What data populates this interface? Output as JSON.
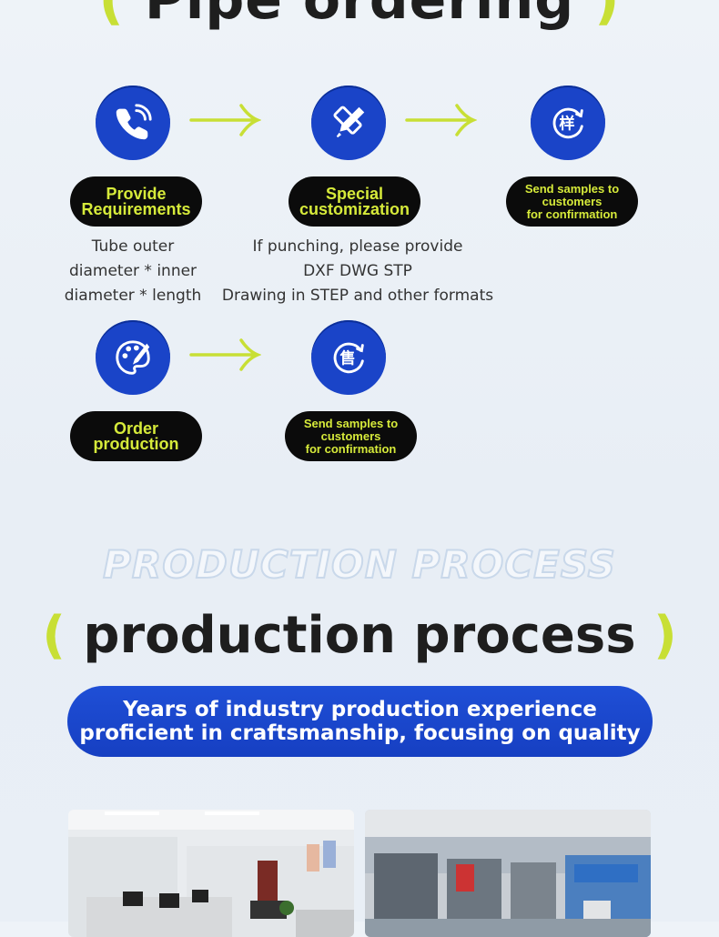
{
  "top_title": "Pipe ordering",
  "paren_left": "(",
  "paren_right": ")",
  "steps": [
    {
      "icon": "phone-icon",
      "label": "Provide\nRequirements",
      "desc": "Tube outer\ndiameter * inner\ndiameter * length"
    },
    {
      "icon": "pen-ruler-icon",
      "label": "Special\ncustomization",
      "desc": "If punching, please provide\nDXF DWG STP\nDrawing in STEP and other formats"
    },
    {
      "icon": "sample-icon",
      "label": "Send samples to\ncustomers\nfor confirmation",
      "glyph": "样"
    },
    {
      "icon": "palette-icon",
      "label": "Order\nproduction"
    },
    {
      "icon": "after-sales-icon",
      "label": "Send samples to\ncustomers\nfor confirmation",
      "glyph": "售"
    }
  ],
  "outline_title": "PRODUCTION PROCESS",
  "section_title": "production process",
  "banner": {
    "line1": "Years of industry production experience",
    "line2": "proficient in craftsmanship, focusing on quality"
  },
  "colors": {
    "accent_green": "#c8df35",
    "pill_text": "#d6ea3a",
    "blue": "#1a44c8"
  }
}
